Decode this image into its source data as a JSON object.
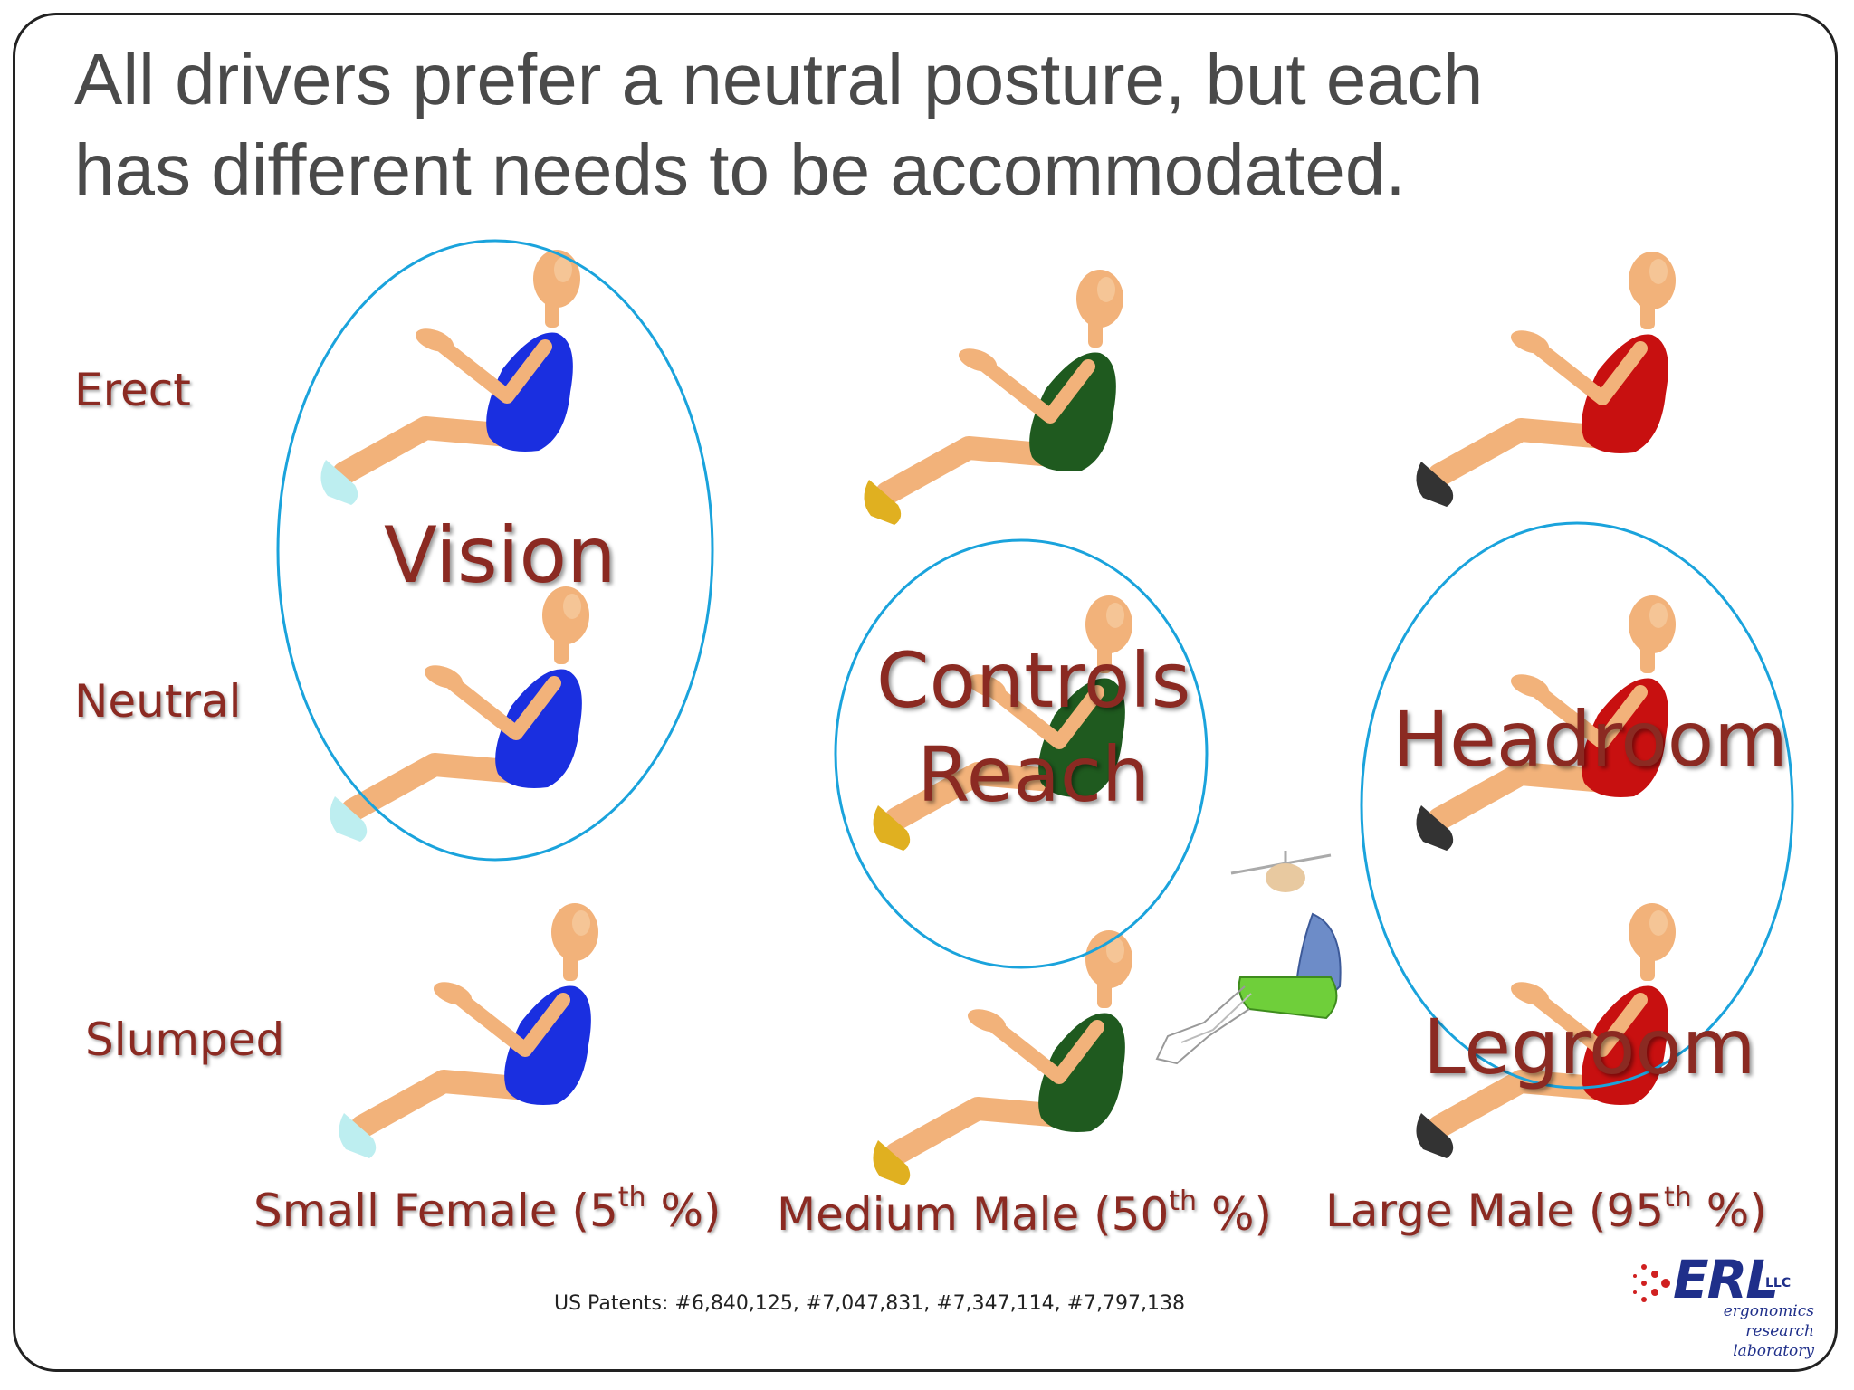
{
  "title": {
    "line1": "All drivers prefer a neutral posture, but each",
    "line2": "has different needs to be accommodated."
  },
  "rows": {
    "erect": "Erect",
    "neutral": "Neutral",
    "slumped": "Slumped"
  },
  "needs": {
    "vision": "Vision",
    "controls_line1": "Controls",
    "controls_line2": "Reach",
    "headroom": "Headroom",
    "legroom": "Legroom"
  },
  "sizes": {
    "small_female": {
      "pre": "Small Female (5",
      "sup": "th",
      "post": " %)"
    },
    "medium_male": {
      "pre": "Medium Male (50",
      "sup": "th",
      "post": " %)"
    },
    "large_male": {
      "pre": "Large Male (95",
      "sup": "th",
      "post": " %)"
    }
  },
  "patents": "US Patents: #6,840,125, #7,047,831, #7,347,114, #7,797,138",
  "logo": {
    "mark": "ERL",
    "llc": "LLC",
    "sub1": "ergonomics research",
    "sub2": "laboratory"
  },
  "colors": {
    "label_red": "#8b2a22",
    "circle_blue": "#1aa3dc",
    "female_suit": "#1a2fe0",
    "medium_suit": "#1f5a1f",
    "large_suit": "#c81010",
    "skin": "#f2b27a"
  }
}
